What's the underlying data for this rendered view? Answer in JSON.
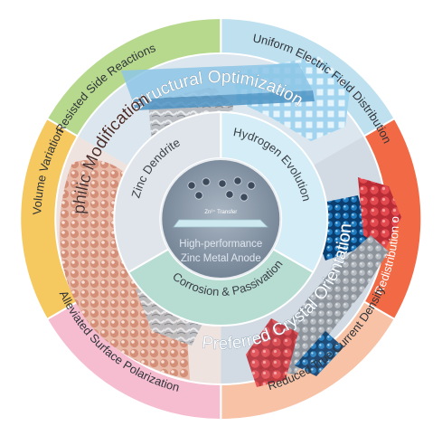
{
  "center": {
    "transfer_label": "Zn²⁺ Transfer",
    "title_line1": "High-performance",
    "title_line2": "Zinc Metal Anode"
  },
  "inner_ring": {
    "hydrogen": "Hydrogen Evolution",
    "dendrite": "Zinc Dendrite",
    "corrosion": "Corrosion & Passivation"
  },
  "strategies": {
    "structural": "Structural Optimization",
    "zincophilic": "Zincophilic Modification",
    "orientation": "Preferred Crystal Orientation"
  },
  "outer_ring": {
    "uniform_field": "Uniform Electric Field Distribution",
    "redistribution": "Redistribution of Zinc Ions",
    "reduced_density": "Reduced True Current Density",
    "surface_polarization": "Alleviated Surface Polarization",
    "volume_variation": "Mitigated Volume Variation",
    "side_reactions": "Resisted Side Reactions"
  },
  "colors": {
    "sky_blue": "#bfe1ef",
    "orange_red": "#f26a45",
    "peach": "#f8c2a6",
    "pink": "#f6bcd0",
    "yellow": "#f6c860",
    "green": "#b7d98d",
    "teal_ring": "#8fcfc3",
    "center_grey": "#7f8fa0"
  }
}
